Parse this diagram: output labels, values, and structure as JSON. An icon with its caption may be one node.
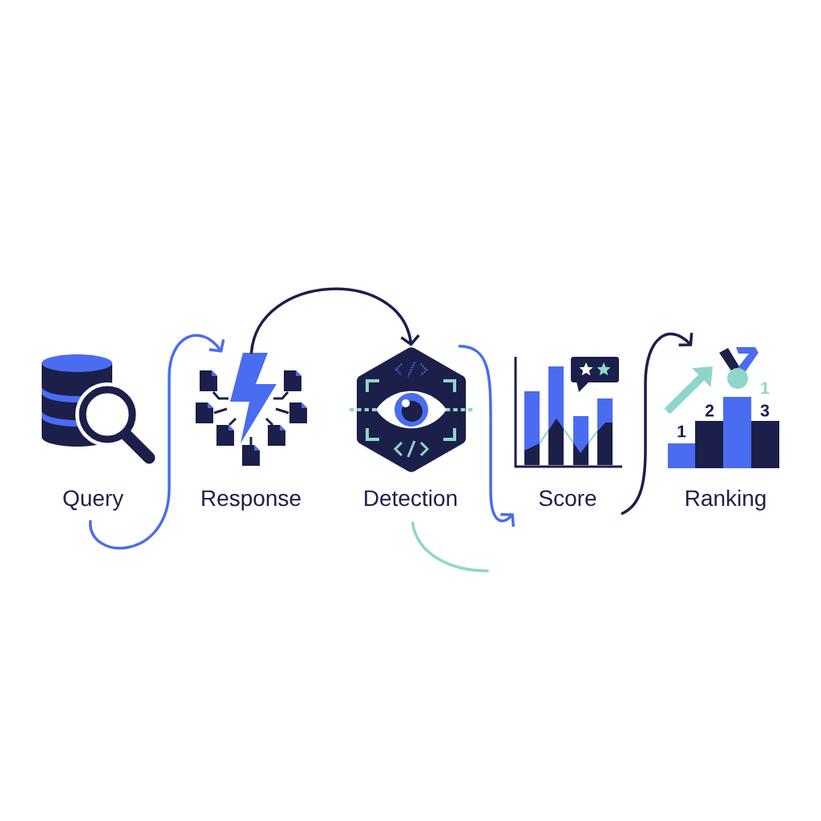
{
  "diagram": {
    "nodes": [
      {
        "text": [
          "Query"
        ]
      },
      {
        "text": [
          "Response"
        ]
      },
      {
        "text": [
          "Detection"
        ]
      },
      {
        "text": [
          "Score"
        ]
      },
      {
        "text": [
          "Ranking",
          "1",
          "2",
          "1",
          "3"
        ]
      }
    ],
    "edges": [
      {
        "from": 0,
        "to": 1,
        "arrow": "to",
        "color": "#4a6cf0"
      },
      {
        "from": 1,
        "to": 2,
        "arrow": "to",
        "color": "#1c1f4a"
      },
      {
        "from": 2,
        "to": 3,
        "arrow": "to",
        "color": "#4a6cf0"
      },
      {
        "from": 2,
        "to": null,
        "arrow": "none",
        "color": "#8fd6c8"
      },
      {
        "from": 3,
        "to": 4,
        "arrow": "to",
        "color": "#1c1f4a"
      }
    ]
  }
}
